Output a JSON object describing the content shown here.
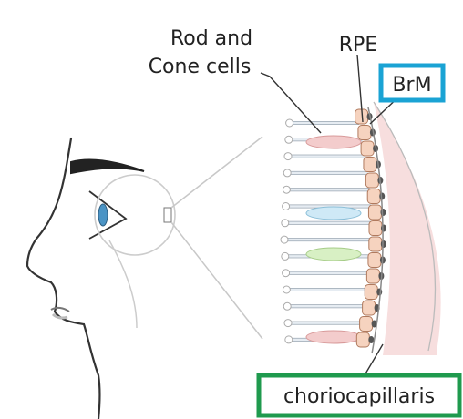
{
  "labels": {
    "rod_cone": [
      "Rod and",
      "Cone cells"
    ],
    "rpe": "RPE",
    "brm": "BrM",
    "choriocapillaris": "choriocapillaris"
  },
  "colors": {
    "brm_box": "#1aa3d4",
    "chorio_box": "#1f9a4e",
    "choroid": "#f7dede",
    "rpe_cell": "#f6d3bf",
    "rpe_nucleus": "#555555",
    "rod": "#e6ecf2",
    "cone_pink": "#f3cccc",
    "cone_blue": "#cfe9f6",
    "cone_green": "#d8f0c4",
    "line": "#444444",
    "hair": "#222222"
  },
  "icons": [
    "face-profile",
    "eyeball",
    "retina-magnified-section"
  ]
}
